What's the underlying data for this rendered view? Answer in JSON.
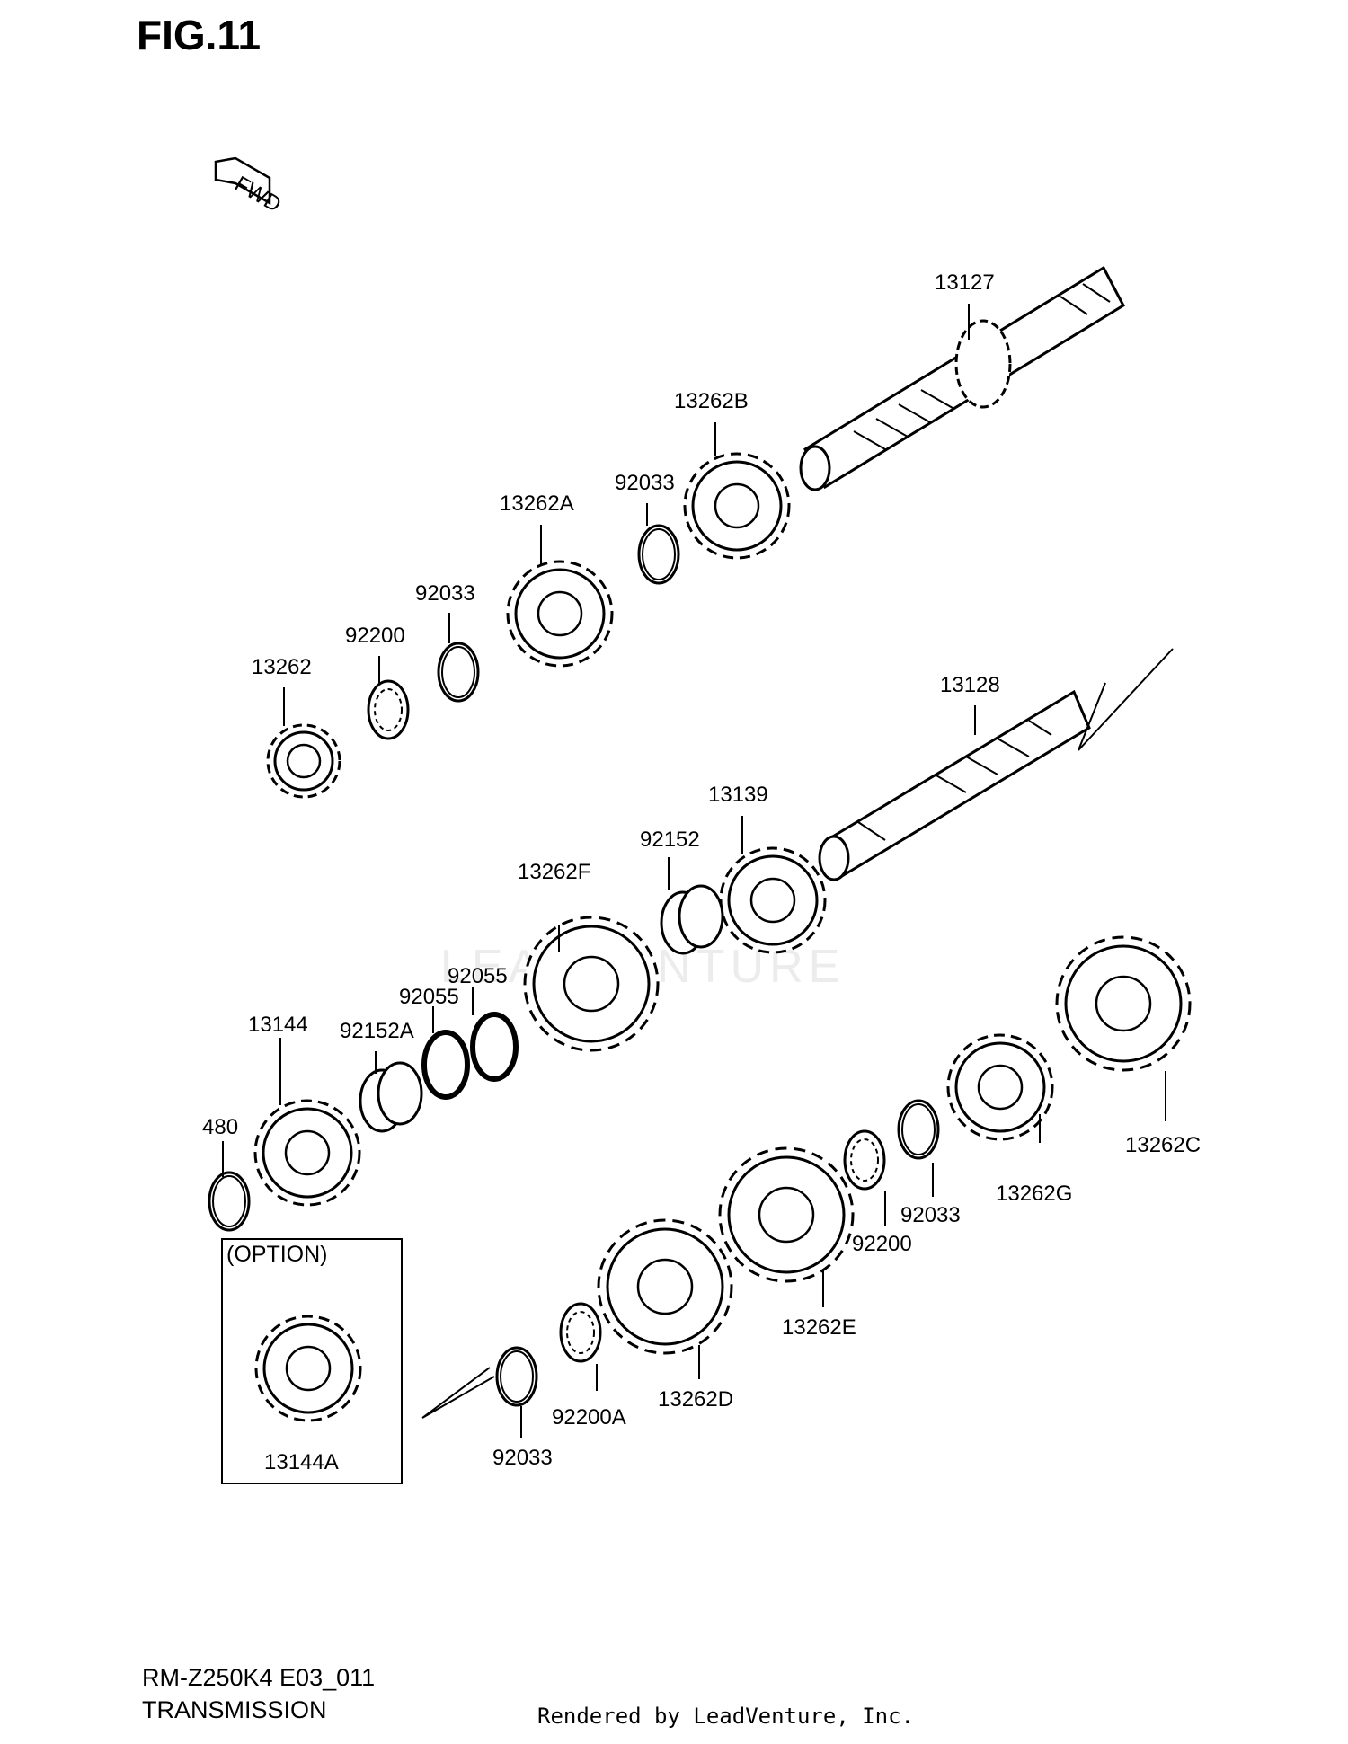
{
  "title": "FIG.11",
  "direction_marker": "FWD",
  "watermark": "LEADVENTURE",
  "option_box": {
    "label": "(OPTION)",
    "part": "13144A"
  },
  "parts": {
    "p13127": "13127",
    "p13262B": "13262B",
    "p92033_a": "92033",
    "p13262A": "13262A",
    "p92033_b": "92033",
    "p92200_a": "92200",
    "p13262": "13262",
    "p13128": "13128",
    "p13139": "13139",
    "p92152": "92152",
    "p13262F": "13262F",
    "p92055_a": "92055",
    "p92055_b": "92055",
    "p13144": "13144",
    "p92152A": "92152A",
    "p480": "480",
    "p13262C": "13262C",
    "p13262G": "13262G",
    "p92033_c": "92033",
    "p92200_b": "92200",
    "p13262E": "13262E",
    "p13262D": "13262D",
    "p92200A": "92200A",
    "p92033_d": "92033"
  },
  "footer": {
    "model": "RM-Z250K4 E03_011",
    "subtitle": "TRANSMISSION",
    "credit": "Rendered by LeadVenture, Inc."
  }
}
